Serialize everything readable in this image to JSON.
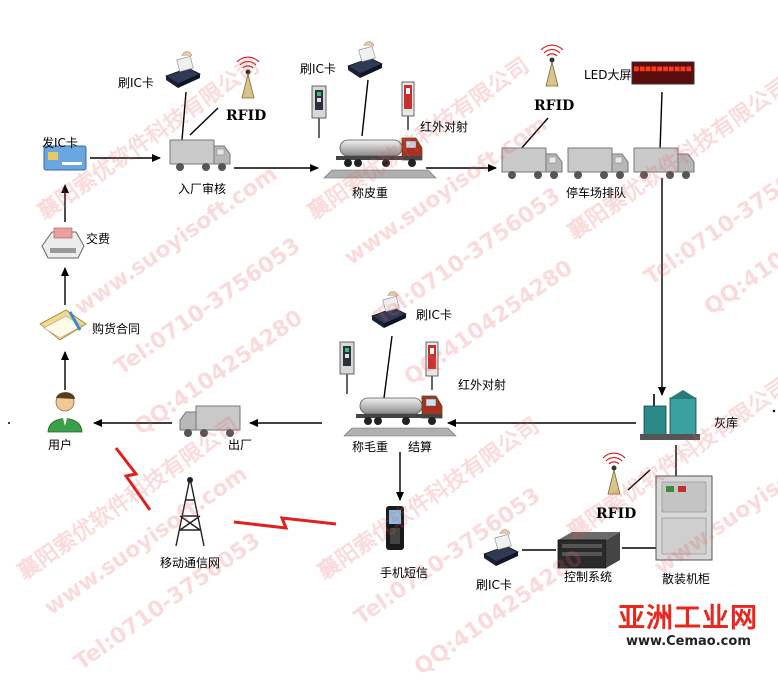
{
  "labels": {
    "issue_ic": "发IC卡",
    "swipe_ic_1": "刷IC卡",
    "rfid_1": "RFID",
    "entry_check": "入厂审核",
    "swipe_ic_2": "刷IC卡",
    "infrared_1": "红外对射",
    "tare_weigh": "称皮重",
    "rfid_2": "RFID",
    "led_screen": "LED大屏",
    "parking_queue": "停车场排队",
    "pay": "交费",
    "contract": "购货合同",
    "user": "用户",
    "exit": "出厂",
    "swipe_ic_3": "刷IC卡",
    "infrared_2": "红外对射",
    "gross_weigh": "称毛重",
    "settle": "结算",
    "ash_silo": "灰库",
    "rfid_3": "RFID",
    "mobile_net": "移动通信网",
    "sms": "手机短信",
    "swipe_ic_4": "刷IC卡",
    "control_system": "控制系统",
    "bulk_cabinet": "散装机柜"
  },
  "watermark": {
    "company": "襄阳索优软件科技有限公司",
    "website": "www.suoyisoft.com",
    "tel": "Tel:0710-3756053",
    "qq": "QQ:4104254280"
  },
  "logo": {
    "cn": "亚洲工业网",
    "url": "www.Cemao.com"
  },
  "colors": {
    "arrow": "#000000",
    "signal": "#e02020",
    "truck_body": "#c8c8c8",
    "led_bg": "#5a0d0d",
    "logo_red": "#e8281e"
  }
}
